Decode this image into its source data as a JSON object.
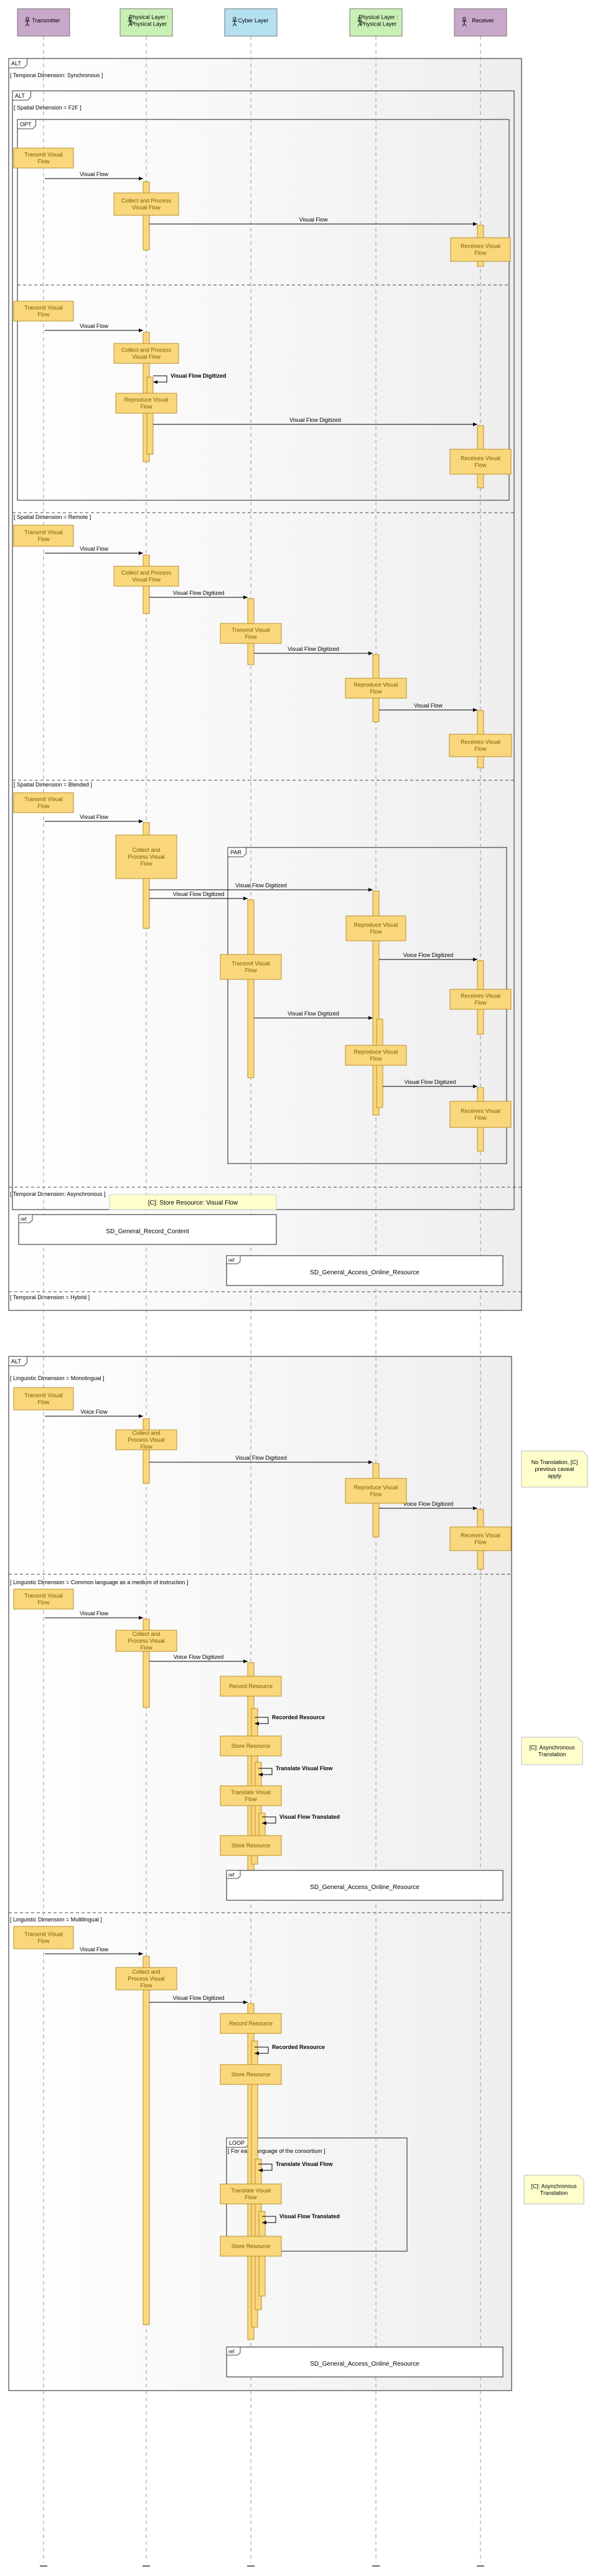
{
  "participants": [
    {
      "id": "transmitter",
      "label": "Transmitter",
      "fill": "#c8a8c8"
    },
    {
      "id": "phys1",
      "label": "Physical Layer : Physical Layer",
      "fill": "#c8f0b4"
    },
    {
      "id": "cyber",
      "label": "Cyber Layer",
      "fill": "#b4e0f0"
    },
    {
      "id": "phys2",
      "label": "Physical Layer : Physical Layer",
      "fill": "#c8f0b4"
    },
    {
      "id": "receiver",
      "label": "Receiver",
      "fill": "#c8a8c8"
    }
  ],
  "frames": [
    {
      "keyword": "ALT",
      "guards": [
        "[ Temporal Dimension: Synchronous ]",
        "[ Temporal Dimension: Asynchronous ]",
        "[ Temporal Dimension = Hybrid ]"
      ]
    },
    {
      "keyword": "ALT",
      "guards": [
        "[ Spatial Dimension = F2F ]",
        "[ Spatial Dimension = Remote ]",
        "[ Spatial Dimension = Blended ]"
      ]
    },
    {
      "keyword": "OPT"
    },
    {
      "keyword": "PAR"
    },
    {
      "keyword": "ALT",
      "guards": [
        "[ Linguistic Dimension = Monolingual ]",
        "[ Linguistic Dimension = Common language as a medium of instruction ]",
        "[ Linguistic Dimension = Multilingual ]"
      ]
    },
    {
      "keyword": "LOOP",
      "guard": "[ For each language of the consortium ]"
    }
  ],
  "activities": {
    "transmit": "Transmit Visual Flow",
    "collect": "Collect and Process Visual Flow",
    "receives": "Receives Visual Flow",
    "reproduce": "Reproduce Visual Flow",
    "transmit_flow": "Transmit Visual Flow",
    "record": "Record Resource",
    "store": "Store Resource",
    "translate": "Translate Visual Flow",
    "store_async": "[C]: Store Resource: Visual Flow"
  },
  "messages": {
    "visual_flow": "Visual Flow",
    "visual_flow_digitized": "Visual Flow Digitized",
    "voice_flow": "Voice Flow",
    "voice_flow_digitized": "Voice Flow Digitized",
    "recorded_resource": "Recorded Resource",
    "translate_visual_flow": "Translate Visual Flow",
    "visual_flow_translated": "Visual Flow Translated"
  },
  "refs": {
    "keyword": "ref",
    "record_content": "SD_General_Record_Content",
    "access_online": "SD_General_Access_Online_Resource"
  },
  "notes": [
    "No Translation, [C] previous caveat apply",
    "[C]: Asynchronous Translation",
    "[C]: Asynchronous Translation"
  ],
  "colors": {
    "activity_fill": "#fad77d",
    "activity_stroke": "#b8922a",
    "note_fill": "#ffffcc",
    "frame_bg": "#f4f4f4"
  }
}
